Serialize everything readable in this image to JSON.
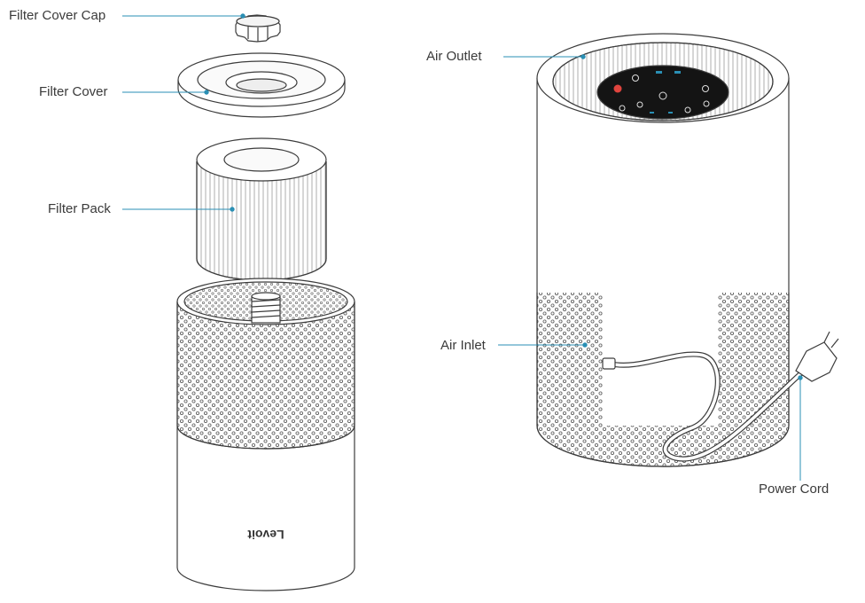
{
  "labels": {
    "filter_cover_cap": "Filter Cover Cap",
    "filter_cover": "Filter Cover",
    "filter_pack": "Filter Pack",
    "air_outlet": "Air Outlet",
    "air_inlet": "Air Inlet",
    "power_cord": "Power Cord"
  },
  "brand_logo_text": "Levoit",
  "colors": {
    "leader_line": "#2a8fb4",
    "outline": "#3c3c3c",
    "panel": "#141414",
    "indicator_red": "#e0443e",
    "indicator_blue": "#2a8fb4"
  }
}
